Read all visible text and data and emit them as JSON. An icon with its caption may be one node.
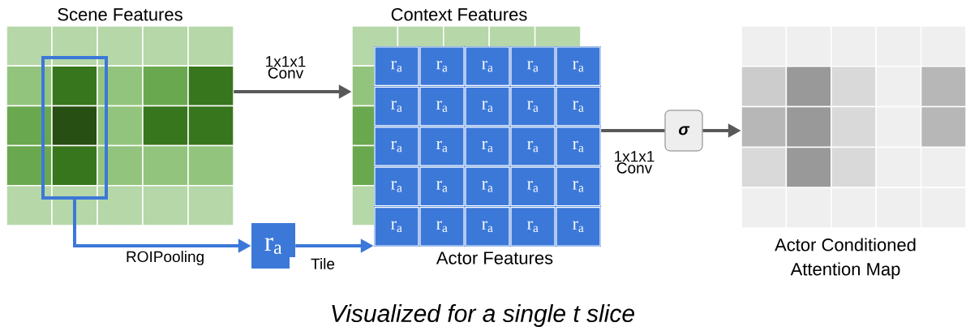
{
  "diagram": {
    "caption": "Visualized for a single t slice",
    "nodes": [
      {
        "text": [
          "Scene Features"
        ]
      },
      {
        "text": [],
        "shape": "box",
        "in": 0
      },
      {
        "text": [
          "Context Features"
        ]
      },
      {
        "text": [
          "Actor Features",
          "r$_{a}$",
          "r$_{a}$",
          "r$_{a}$",
          "r$_{a}$",
          "r$_{a}$",
          "r$_{a}$",
          "r$_{a}$",
          "r$_{a}$",
          "r$_{a}$",
          "r$_{a}$",
          "r$_{a}$",
          "r$_{a}$",
          "r$_{a}$",
          "r$_{a}$",
          "r$_{a}$",
          "r$_{a}$",
          "r$_{a}$",
          "r$_{a}$",
          "r$_{a}$",
          "r$_{a}$",
          "r$_{a}$",
          "r$_{a}$",
          "r$_{a}$",
          "r$_{a}$",
          "r$_{a}$"
        ]
      },
      {
        "text": [
          "r$_{a}$"
        ]
      },
      {
        "text": [
          "σ"
        ]
      },
      {
        "text": [
          "Actor Conditioned Attention Map"
        ]
      }
    ],
    "edges": [
      {
        "from": 0,
        "to": 2,
        "arrow": "to",
        "label": "1x1x1 Conv"
      },
      {
        "from": 1,
        "to": 4,
        "arrow": "to",
        "label": "ROIPooling",
        "color": "#3c78d8"
      },
      {
        "from": 4,
        "to": 3,
        "arrow": "to",
        "label": "Tile",
        "color": "#3c78d8"
      },
      {
        "from": 3,
        "to": 5,
        "arrow": "none",
        "label": "1x1x1 Conv"
      },
      {
        "from": 5,
        "to": 6,
        "arrow": "to"
      }
    ]
  }
}
